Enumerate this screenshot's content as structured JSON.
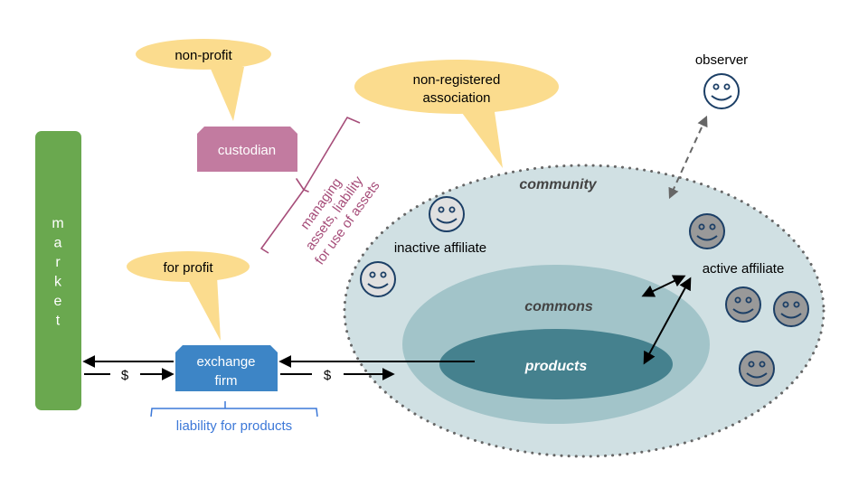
{
  "colors": {
    "callout_fill": "#fbdc8e",
    "market_fill": "#6aa84f",
    "custodian_fill": "#c27ba0",
    "custodian_text": "#a64d79",
    "exchange_fill": "#3d85c6",
    "exchange_text": "#3c78d8",
    "community_fill": "#d0e0e3",
    "commons_fill": "#a2c4c9",
    "products_fill": "#45818e",
    "smiley_stroke": "#1c3f66",
    "inactive_face_fill": "#e0e0e0",
    "active_face_fill": "#999999",
    "dashed_arrow": "#666666",
    "arrow": "#000000"
  },
  "callouts": {
    "non_profit": "non-profit",
    "non_registered_line1": "non-registered",
    "non_registered_line2": "association",
    "for_profit": "for profit"
  },
  "nodes": {
    "market_letters": [
      "m",
      "a",
      "r",
      "k",
      "e",
      "t"
    ],
    "custodian": "custodian",
    "exchange_line1": "exchange",
    "exchange_line2": "firm"
  },
  "annotations": {
    "custodian_role_line1": "managing",
    "custodian_role_line2": "assets, liability",
    "custodian_role_line3": "for use of assets",
    "exchange_role": "liability for products"
  },
  "flows": {
    "money_left": "$",
    "money_right": "$"
  },
  "regions": {
    "community": "community",
    "commons": "commons",
    "products": "products"
  },
  "actors": {
    "observer": "observer",
    "inactive_affiliate": "inactive affiliate",
    "active_affiliate": "active affiliate"
  }
}
